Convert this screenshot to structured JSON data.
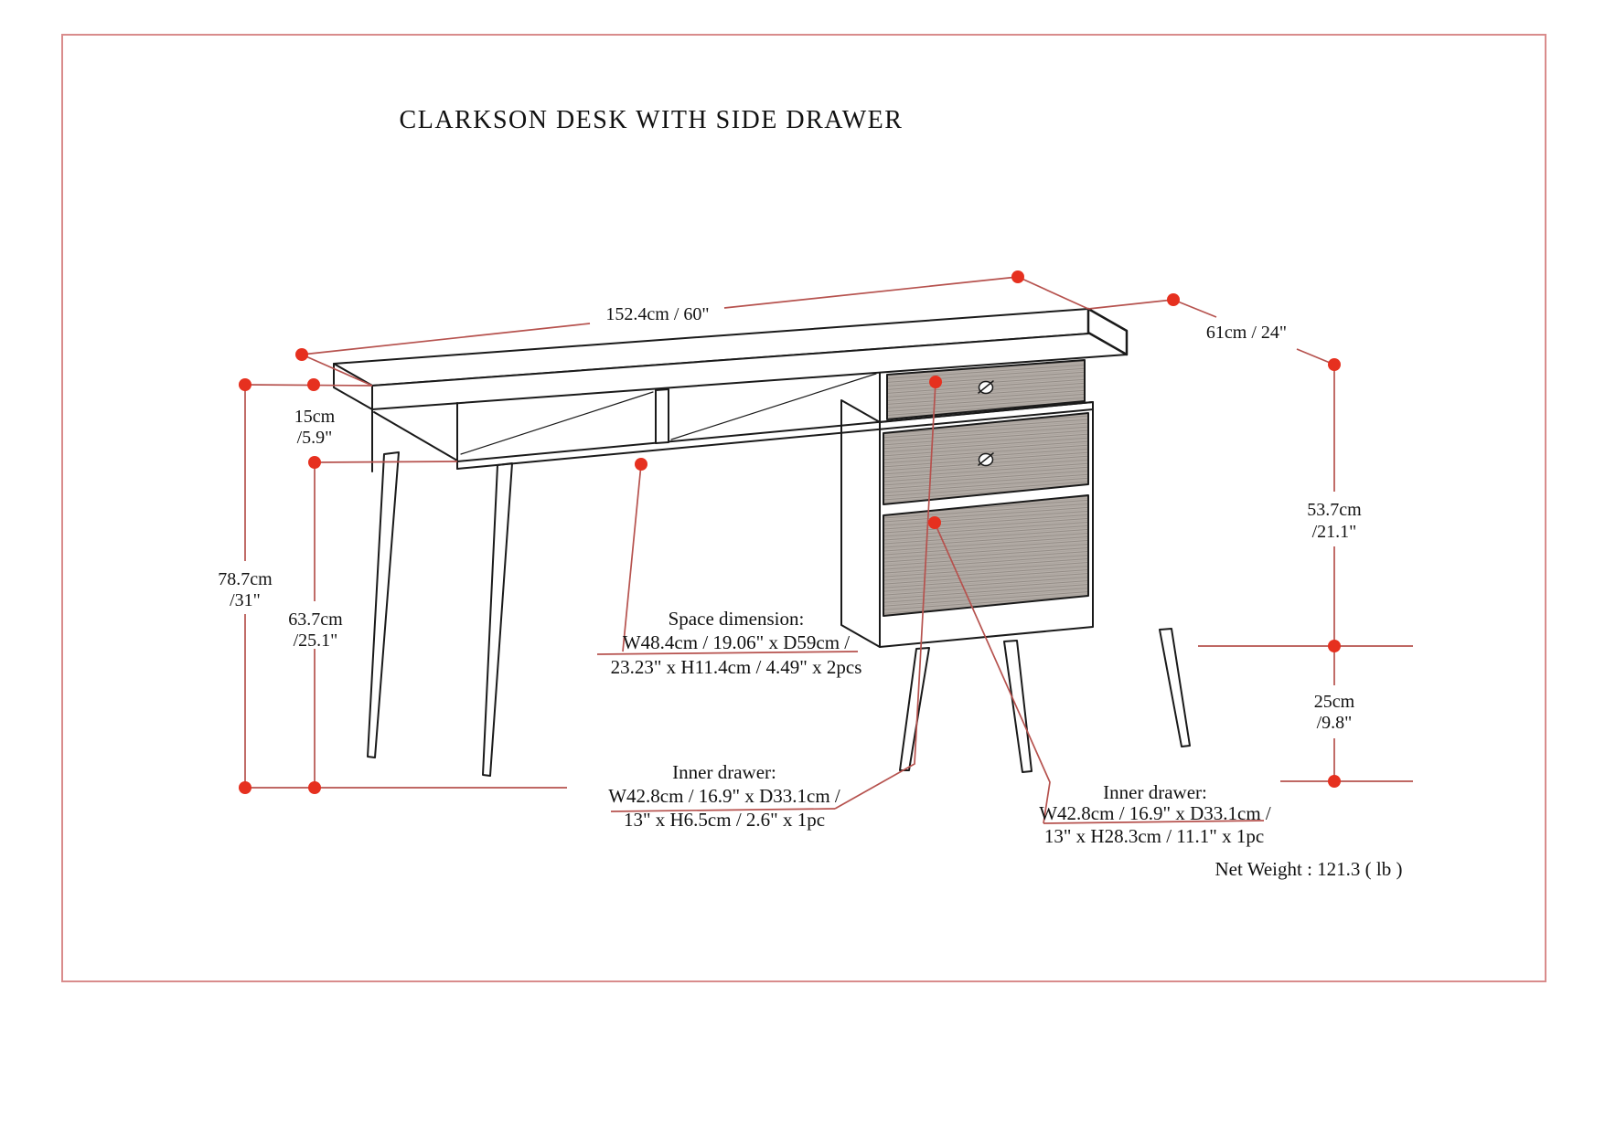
{
  "title": "CLARKSON DESK WITH SIDE DRAWER",
  "dims": {
    "width": "152.4cm / 60\"",
    "depth": "61cm / 24\"",
    "thickness": [
      "15cm",
      "/5.9\""
    ],
    "height": [
      "78.7cm",
      "/31\""
    ],
    "clearance": [
      "63.7cm",
      "/25.1\""
    ],
    "pedestal": [
      "53.7cm",
      "/21.1\""
    ],
    "legs": [
      "25cm",
      "/9.8\""
    ]
  },
  "notes": {
    "space": [
      "Space dimension:",
      "W48.4cm / 19.06\" x D59cm /",
      "23.23\" x H11.4cm / 4.49\" x 2pcs"
    ],
    "drawer_small": [
      "Inner drawer:",
      "W42.8cm / 16.9\" x D33.1cm /",
      "13\" x H6.5cm / 2.6\" x 1pc"
    ],
    "drawer_large": [
      "Inner drawer:",
      "W42.8cm / 16.9\" x D33.1cm /",
      "13\" x H28.3cm / 11.1\" x 1pc"
    ]
  },
  "net_weight": "Net Weight : 121.3 ( lb )",
  "colors": {
    "dimension_line": "#b6524e",
    "dimension_dot": "#e6301f",
    "page_border": "#d98c8c",
    "drawing_ink": "#1a1a1a",
    "drawer_wood_base": "#b6afa9",
    "drawer_wood_grain": "#8a837d"
  }
}
